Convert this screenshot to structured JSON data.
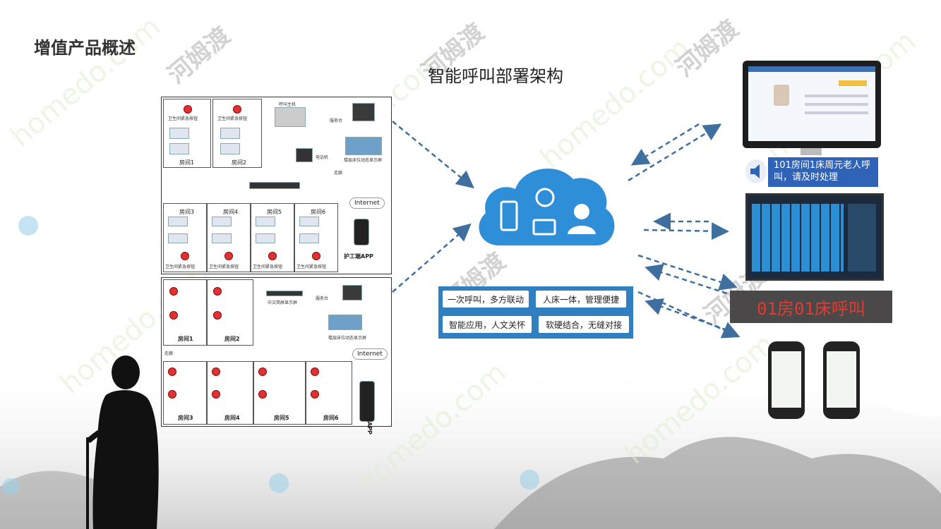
{
  "page_title": "增值产品概述",
  "diagram_title": "智能呼叫部署架构",
  "watermark": {
    "brand": "河姆渡",
    "domain": "homedo.com"
  },
  "floorplan_top": {
    "call_host": "呼叫主机",
    "service_desk": "服务台",
    "phone": "电话机",
    "floor_display": "楼层床位动态显示屏",
    "corridor": "走廊",
    "internet": "Internet",
    "nurse_app": "护工端APP",
    "bathroom_button": "卫生间紧急按钮",
    "rooms_upper": [
      "房间1",
      "房间2"
    ],
    "rooms_lower": [
      "房间3",
      "房间4",
      "房间5",
      "房间6"
    ]
  },
  "floorplan_bottom": {
    "cn_display": "中文简屏显示屏",
    "service_desk": "服务台",
    "dynamic_display": "楼层床位动态显示屏",
    "corridor": "走廊",
    "internet": "Internet",
    "nurse_app": "护工端APP",
    "rooms_upper": [
      "房间1",
      "房间2"
    ],
    "rooms_lower": [
      "房间3",
      "房间4",
      "房间5",
      "房间6"
    ]
  },
  "features": [
    "一次呼叫，多方联动",
    "人床一体，管理便捷",
    "智能应用，人文关怀",
    "软硬结合，无缝对接"
  ],
  "alert_text": "101房间1床周元老人呼叫，请及时处理",
  "led_text": "01房01床呼叫",
  "colors": {
    "accent": "#2f7fc1",
    "arrow": "#3f6f9e",
    "led_text": "#e23b2f"
  }
}
